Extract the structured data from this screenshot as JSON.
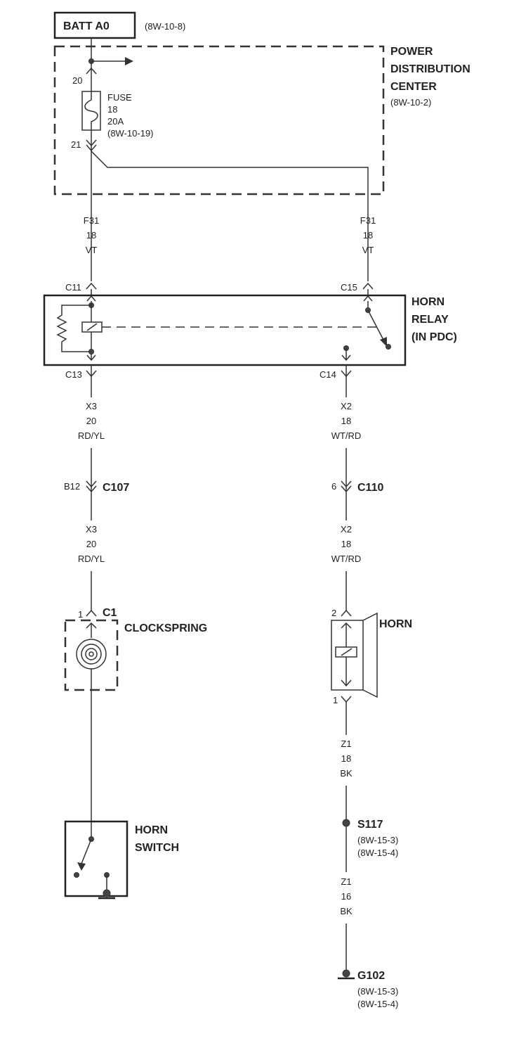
{
  "batt": {
    "label": "BATT A0",
    "ref": "(8W-10-8)"
  },
  "pdc": {
    "line1": "POWER",
    "line2": "DISTRIBUTION",
    "line3": "CENTER",
    "ref": "(8W-10-2)"
  },
  "fuse": {
    "pin_in": "20",
    "pin_out": "21",
    "label": "FUSE",
    "number": "18",
    "rating": "20A",
    "ref": "(8W-10-19)"
  },
  "wire_f31_left": {
    "circuit": "F31",
    "gauge": "18",
    "color": "VT"
  },
  "wire_f31_right": {
    "circuit": "F31",
    "gauge": "18",
    "color": "VT"
  },
  "relay": {
    "line1": "HORN",
    "line2": "RELAY",
    "line3": "(IN PDC)",
    "pin_c11": "C11",
    "pin_c15": "C15",
    "pin_c13": "C13",
    "pin_c14": "C14"
  },
  "wire_x3_upper": {
    "circuit": "X3",
    "gauge": "20",
    "color": "RD/YL"
  },
  "wire_x2_upper": {
    "circuit": "X2",
    "gauge": "18",
    "color": "WT/RD"
  },
  "conn_c107": {
    "pin": "B12",
    "name": "C107"
  },
  "conn_c110": {
    "pin": "6",
    "name": "C110"
  },
  "wire_x3_lower": {
    "circuit": "X3",
    "gauge": "20",
    "color": "RD/YL"
  },
  "wire_x2_lower": {
    "circuit": "X2",
    "gauge": "18",
    "color": "WT/RD"
  },
  "clockspring": {
    "pin": "1",
    "conn": "C1",
    "label": "CLOCKSPRING"
  },
  "horn": {
    "pin_top": "2",
    "pin_bottom": "1",
    "label": "HORN"
  },
  "horn_switch": {
    "line1": "HORN",
    "line2": "SWITCH"
  },
  "wire_z1_18": {
    "circuit": "Z1",
    "gauge": "18",
    "color": "BK"
  },
  "splice": {
    "name": "S117",
    "ref1": "(8W-15-3)",
    "ref2": "(8W-15-4)"
  },
  "wire_z1_16": {
    "circuit": "Z1",
    "gauge": "16",
    "color": "BK"
  },
  "ground": {
    "name": "G102",
    "ref1": "(8W-15-3)",
    "ref2": "(8W-15-4)"
  }
}
